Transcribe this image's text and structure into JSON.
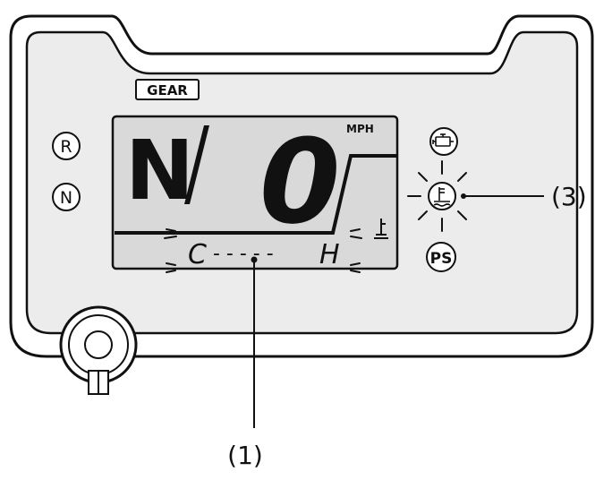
{
  "colors": {
    "ink": "#111111",
    "panel": "#ececec",
    "lcd": "#d9d9d9",
    "background": "#ffffff"
  },
  "gear_box_label": "GEAR",
  "indicators_left": [
    {
      "letter": "R",
      "icon": "reverse-indicator"
    },
    {
      "letter": "N",
      "icon": "neutral-indicator"
    }
  ],
  "indicators_right": [
    {
      "icon": "engine-icon"
    },
    {
      "icon": "coolant-temperature-icon"
    },
    {
      "letter": "PS",
      "icon": "power-steering-indicator"
    }
  ],
  "lcd": {
    "gear": "N",
    "speed": "0",
    "unit": "MPH",
    "temp_gauge": {
      "cold": "C",
      "hot": "H",
      "dashes": "- - - - -"
    }
  },
  "callouts": [
    {
      "label": "(1)"
    },
    {
      "label": "(3)"
    }
  ]
}
